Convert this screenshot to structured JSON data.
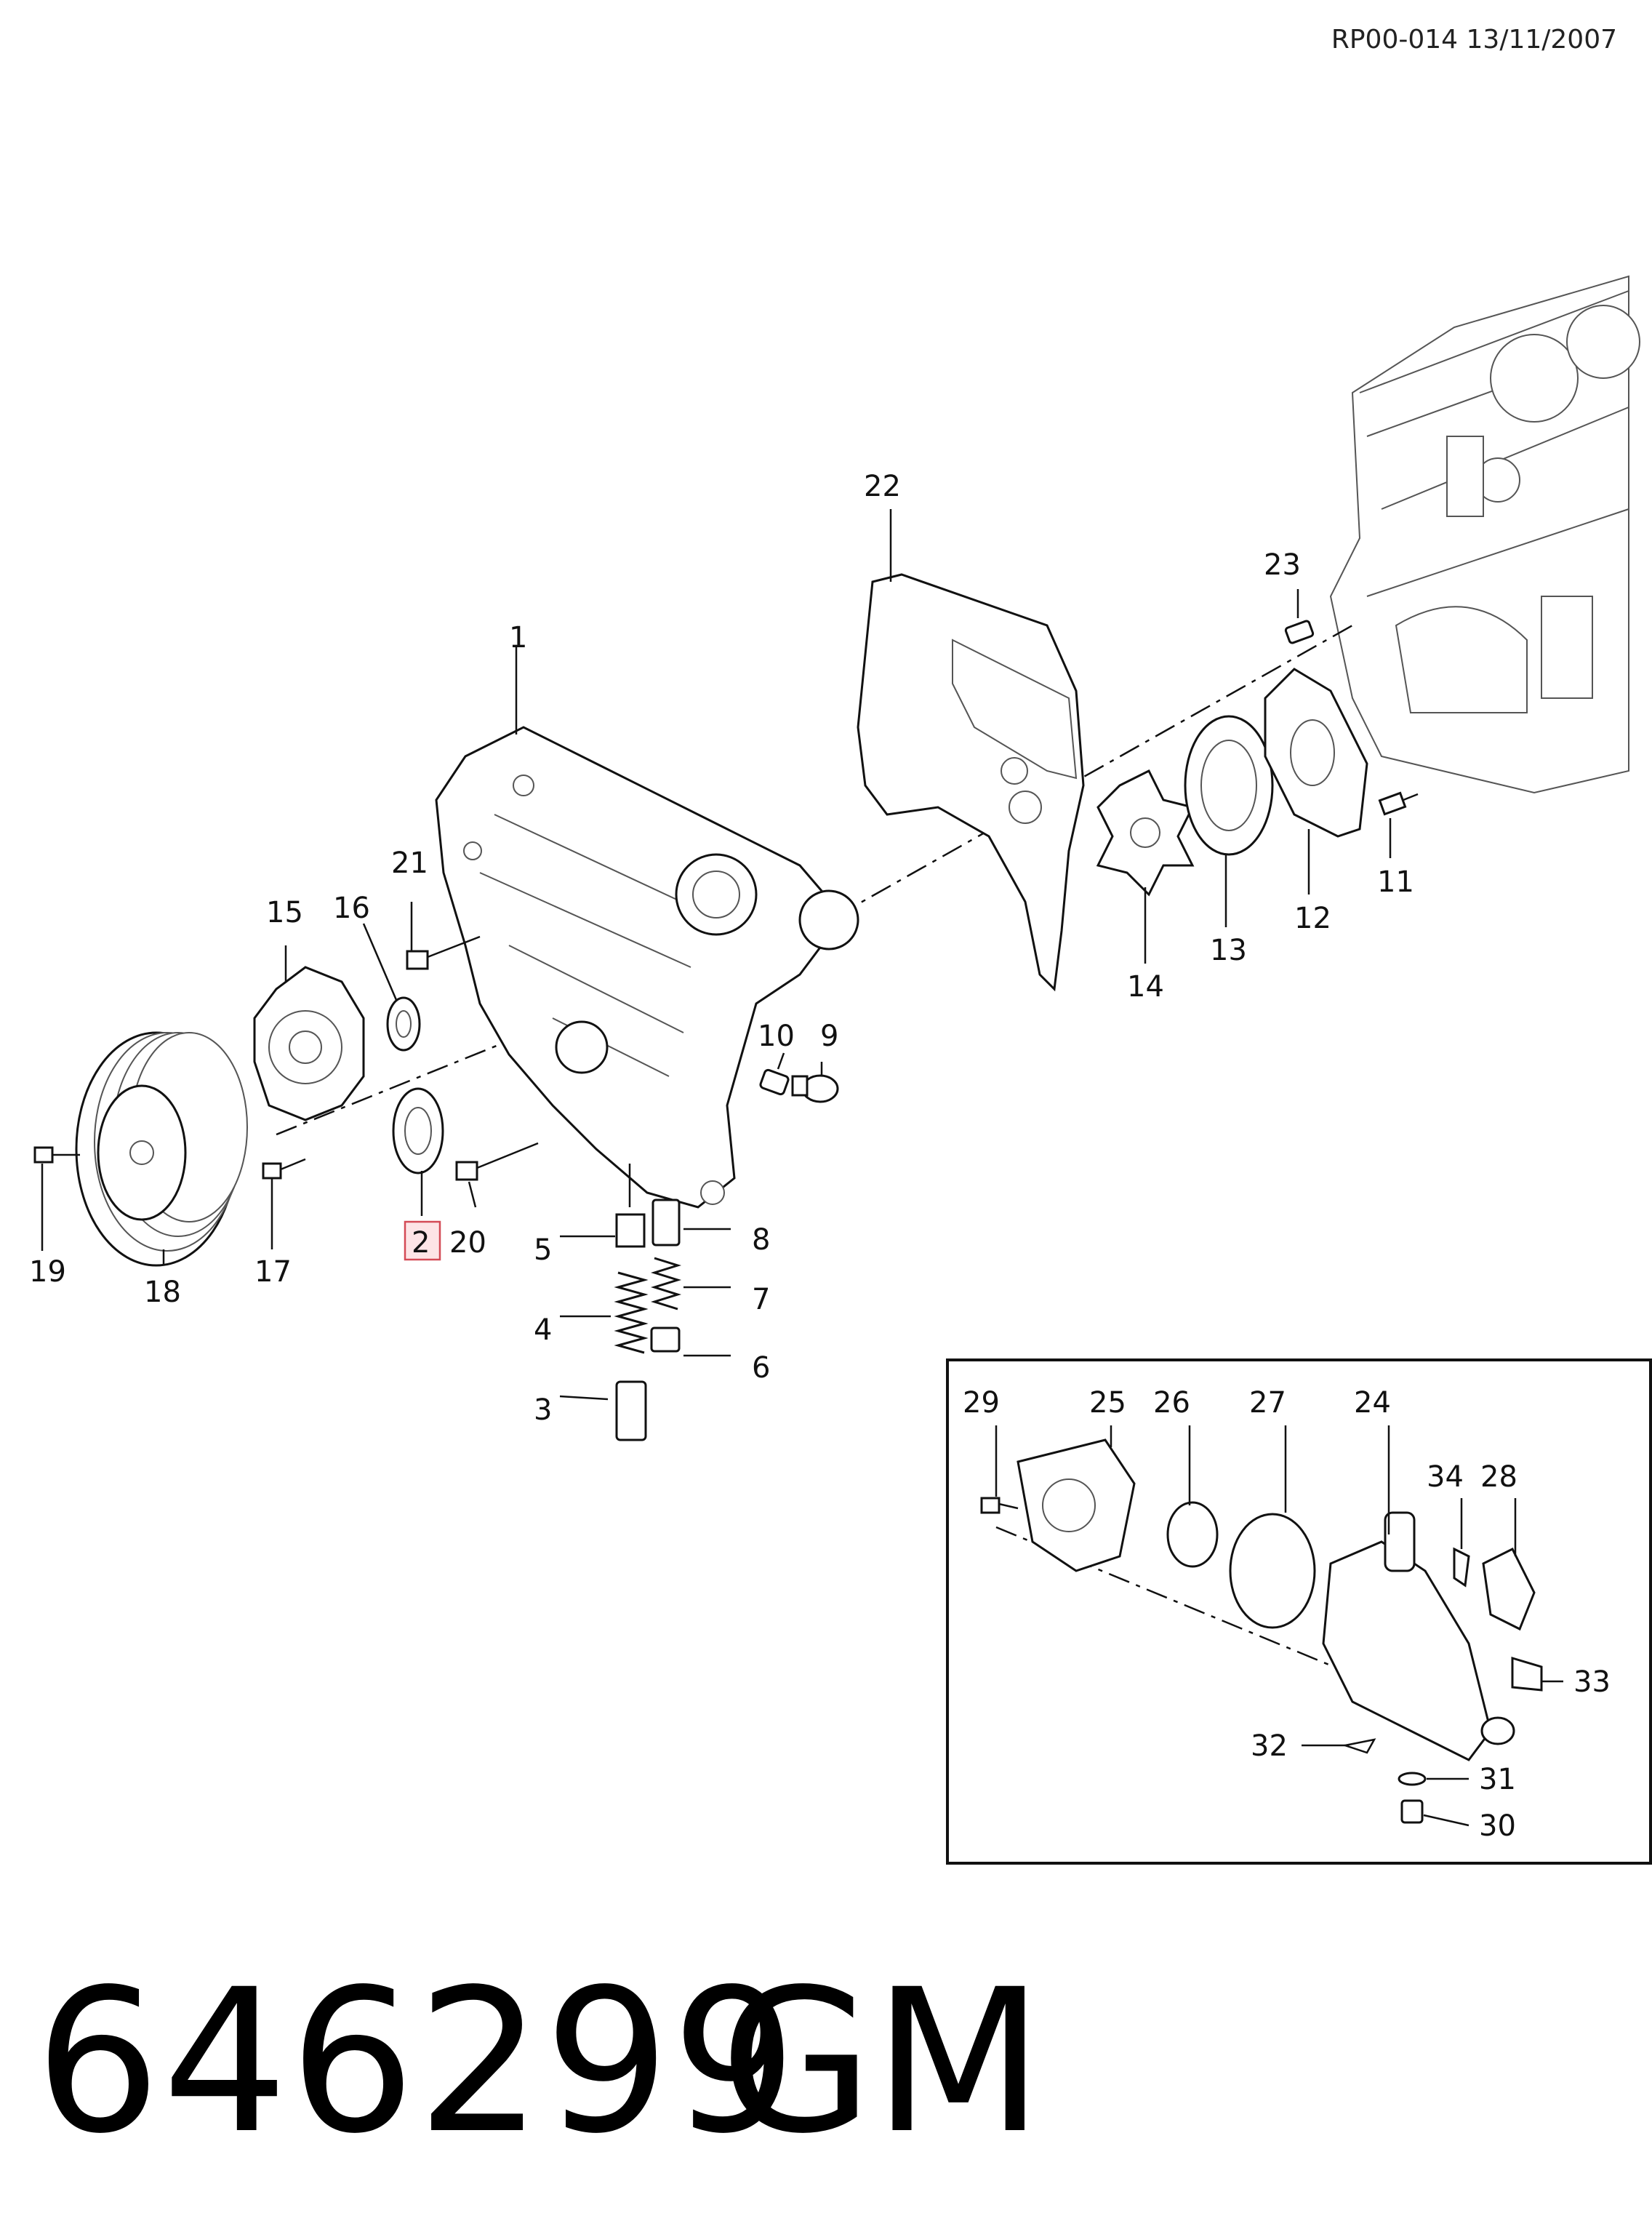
{
  "header": {
    "reference": "RP00-014 13/11/2007"
  },
  "footer": {
    "part_number": "646299",
    "brand": "GM"
  },
  "colors": {
    "highlight_fill": "#fde4e6",
    "highlight_stroke": "#d44a56",
    "line": "#111111"
  },
  "callouts": {
    "c1": "1",
    "c2": "2",
    "c3": "3",
    "c4": "4",
    "c5": "5",
    "c6": "6",
    "c7": "7",
    "c8": "8",
    "c9": "9",
    "c10": "10",
    "c11": "11",
    "c12": "12",
    "c13": "13",
    "c14": "14",
    "c15": "15",
    "c16": "16",
    "c17": "17",
    "c18": "18",
    "c19": "19",
    "c20": "20",
    "c21": "21",
    "c22": "22",
    "c23": "23",
    "c24": "24",
    "c25": "25",
    "c26": "26",
    "c27": "27",
    "c28": "28",
    "c29": "29",
    "c30": "30",
    "c31": "31",
    "c32": "32",
    "c33": "33",
    "c34": "34"
  },
  "highlighted_callout": "2"
}
